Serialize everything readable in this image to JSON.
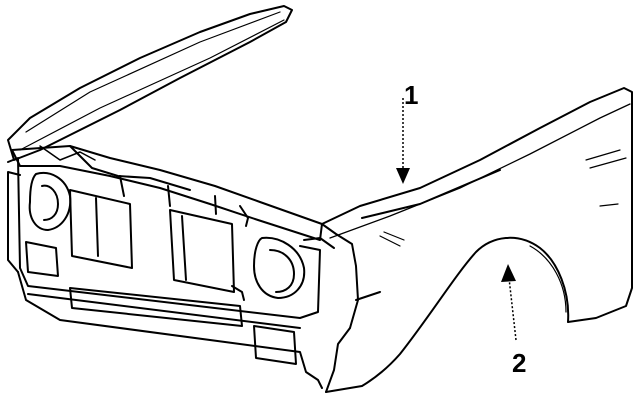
{
  "callouts": [
    {
      "label": "1",
      "part": "fender-upper"
    },
    {
      "label": "2",
      "part": "fender-wheel-arch"
    }
  ],
  "colors": {
    "ink": "#000000",
    "background": "#ffffff"
  }
}
